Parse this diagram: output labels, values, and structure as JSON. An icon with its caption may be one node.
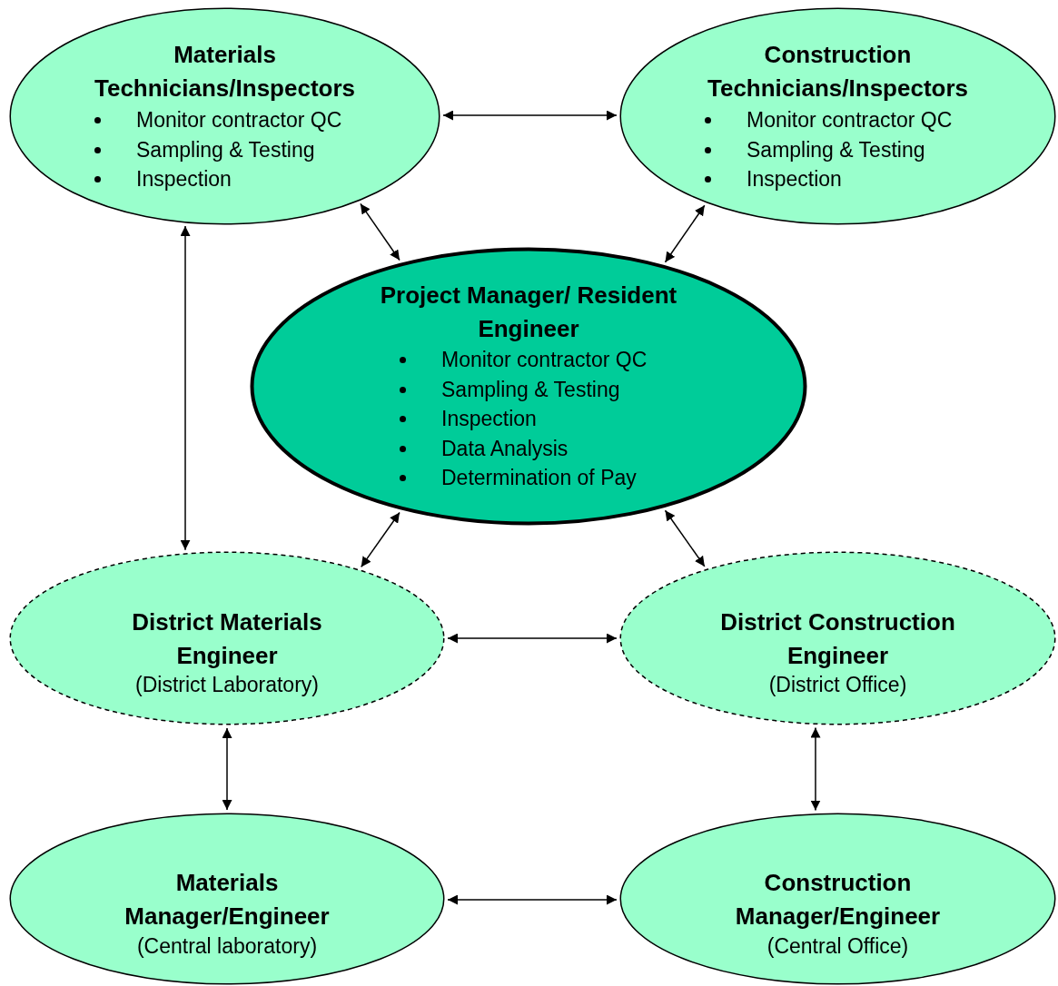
{
  "diagram": {
    "nodes": [
      {
        "text": [
          "Materials Technicians/Inspectors",
          "Monitor contractor QC",
          "Sampling & Testing",
          "Inspection"
        ]
      },
      {
        "text": [
          "Construction Technicians/Inspectors",
          "Monitor contractor QC",
          "Sampling & Testing",
          "Inspection"
        ]
      },
      {
        "text": [
          "Project Manager/ Resident Engineer",
          "Monitor contractor QC",
          "Sampling & Testing",
          "Inspection",
          "Data Analysis",
          "Determination of Pay"
        ]
      },
      {
        "text": [
          "District Materials Engineer",
          "(District Laboratory)"
        ]
      },
      {
        "text": [
          "District Construction Engineer",
          "(District Office)"
        ]
      },
      {
        "text": [
          "Materials Manager/Engineer",
          "(Central laboratory)"
        ]
      },
      {
        "text": [
          "Construction Manager/Engineer",
          "(Central Office)"
        ]
      }
    ],
    "edges": [
      {
        "from": 0,
        "to": 1,
        "arrow": "both"
      },
      {
        "from": 0,
        "to": 2,
        "arrow": "both"
      },
      {
        "from": 1,
        "to": 2,
        "arrow": "both"
      },
      {
        "from": 0,
        "to": 3,
        "arrow": "both"
      },
      {
        "from": 2,
        "to": 3,
        "arrow": "both"
      },
      {
        "from": 2,
        "to": 4,
        "arrow": "both"
      },
      {
        "from": 3,
        "to": 4,
        "arrow": "both"
      },
      {
        "from": 3,
        "to": 5,
        "arrow": "both"
      },
      {
        "from": 4,
        "to": 6,
        "arrow": "both"
      },
      {
        "from": 5,
        "to": 6,
        "arrow": "both"
      }
    ]
  }
}
